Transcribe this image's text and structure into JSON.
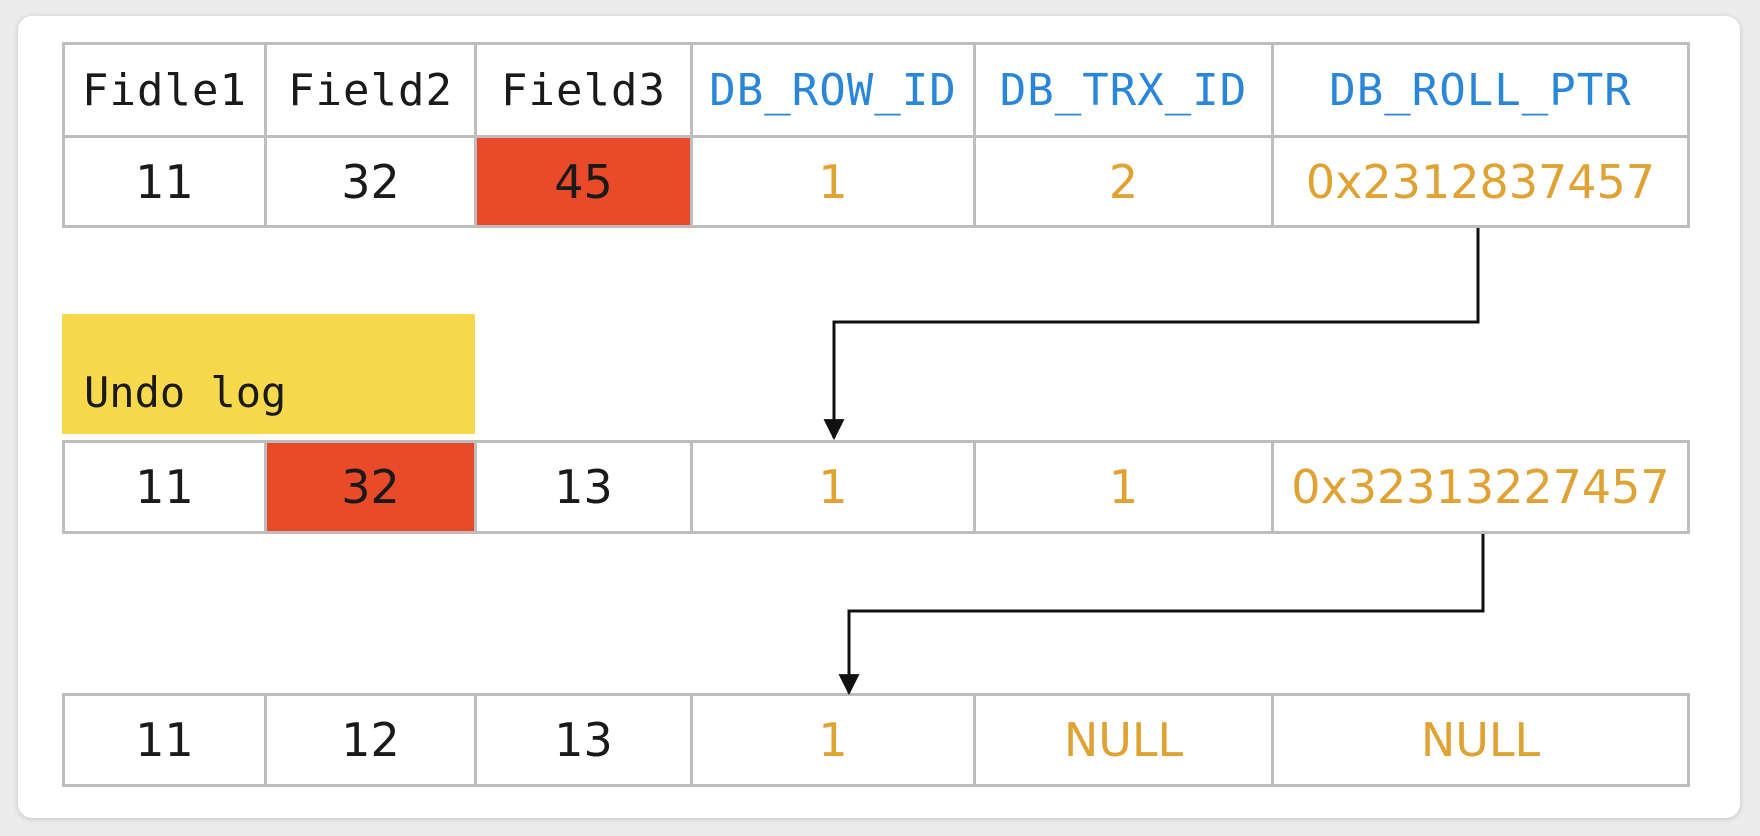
{
  "header": [
    "Fidle1",
    "Field2",
    "Field3",
    "DB_ROW_ID",
    "DB_TRX_ID",
    "DB_ROLL_PTR"
  ],
  "current_row": [
    "11",
    "32",
    "45",
    "1",
    "2",
    "0x2312837457"
  ],
  "undo_label": "Undo log",
  "undo_row_1": [
    "11",
    "32",
    "13",
    "1",
    "1",
    "0x32313227457"
  ],
  "undo_row_2": [
    "11",
    "12",
    "13",
    "1",
    "NULL",
    "NULL"
  ],
  "colors": {
    "hidden_header": "#2a86d9",
    "hidden_values": "#e0a232",
    "changed_cell": "#e94a2a",
    "undo_label_bg": "#f9d94c",
    "border": "#bdbdbd"
  }
}
